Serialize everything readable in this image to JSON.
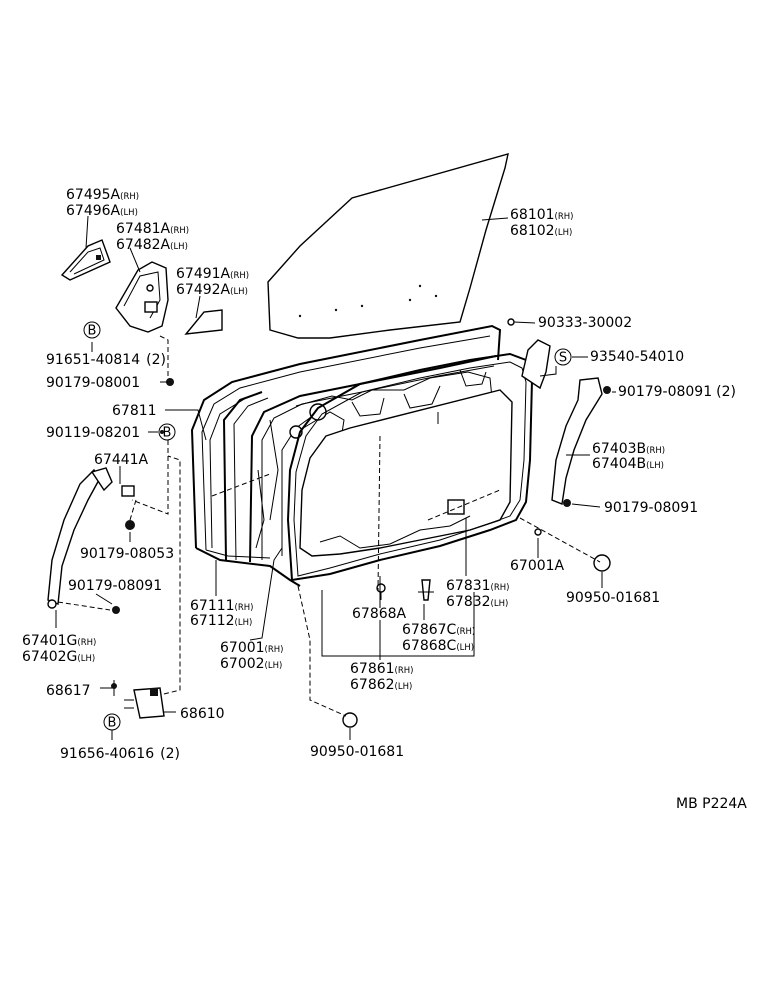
{
  "diagram": {
    "reference_code": "MB P224A",
    "parts": [
      {
        "id": "p01",
        "number": "67495A",
        "side": "(RH)"
      },
      {
        "id": "p02",
        "number": "67496A",
        "side": "(LH)"
      },
      {
        "id": "p03",
        "number": "67481A",
        "side": "(RH)"
      },
      {
        "id": "p04",
        "number": "67482A",
        "side": "(LH)"
      },
      {
        "id": "p05",
        "number": "67491A",
        "side": "(RH)"
      },
      {
        "id": "p06",
        "number": "67492A",
        "side": "(LH)"
      },
      {
        "id": "p07",
        "number": "68101",
        "side": "(RH)"
      },
      {
        "id": "p08",
        "number": "68102",
        "side": "(LH)"
      },
      {
        "id": "p09",
        "number": "90333-30002",
        "side": ""
      },
      {
        "id": "p10",
        "number": "93540-54010",
        "side": ""
      },
      {
        "id": "p11",
        "number": "90179-08091",
        "side": "(2)"
      },
      {
        "id": "p12",
        "number": "67403B",
        "side": "(RH)"
      },
      {
        "id": "p13",
        "number": "67404B",
        "side": "(LH)"
      },
      {
        "id": "p14",
        "number": "90179-08091",
        "side": ""
      },
      {
        "id": "p15",
        "number": "67001A",
        "side": ""
      },
      {
        "id": "p16",
        "number": "90950-01681",
        "side": ""
      },
      {
        "id": "p17",
        "number": "91651-40814",
        "side": "(2)"
      },
      {
        "id": "p18",
        "number": "90179-08001",
        "side": ""
      },
      {
        "id": "p19",
        "number": "67811",
        "side": ""
      },
      {
        "id": "p20",
        "number": "90119-08201",
        "side": ""
      },
      {
        "id": "p21",
        "number": "67441A",
        "side": ""
      },
      {
        "id": "p22",
        "number": "90179-08053",
        "side": ""
      },
      {
        "id": "p23",
        "number": "90179-08091",
        "side": ""
      },
      {
        "id": "p24",
        "number": "67401G",
        "side": "(RH)"
      },
      {
        "id": "p25",
        "number": "67402G",
        "side": "(LH)"
      },
      {
        "id": "p26",
        "number": "67111",
        "side": "(RH)"
      },
      {
        "id": "p27",
        "number": "67112",
        "side": "(LH)"
      },
      {
        "id": "p28",
        "number": "67001",
        "side": "(RH)"
      },
      {
        "id": "p29",
        "number": "67002",
        "side": "(LH)"
      },
      {
        "id": "p30",
        "number": "67831",
        "side": "(RH)"
      },
      {
        "id": "p31",
        "number": "67832",
        "side": "(LH)"
      },
      {
        "id": "p32",
        "number": "67868A",
        "side": ""
      },
      {
        "id": "p33",
        "number": "67867C",
        "side": "(RH)"
      },
      {
        "id": "p34",
        "number": "67868C",
        "side": "(LH)"
      },
      {
        "id": "p35",
        "number": "67861",
        "side": "(RH)"
      },
      {
        "id": "p36",
        "number": "67862",
        "side": "(LH)"
      },
      {
        "id": "p37",
        "number": "68617",
        "side": ""
      },
      {
        "id": "p38",
        "number": "68610",
        "side": ""
      },
      {
        "id": "p39",
        "number": "91656-40616",
        "side": "(2)"
      },
      {
        "id": "p40",
        "number": "90950-01681",
        "side": ""
      }
    ],
    "markers": [
      {
        "id": "mB1",
        "letter": "B"
      },
      {
        "id": "mS1",
        "letter": "S"
      },
      {
        "id": "mB2",
        "letter": "B"
      },
      {
        "id": "mB3",
        "letter": "B"
      }
    ]
  }
}
